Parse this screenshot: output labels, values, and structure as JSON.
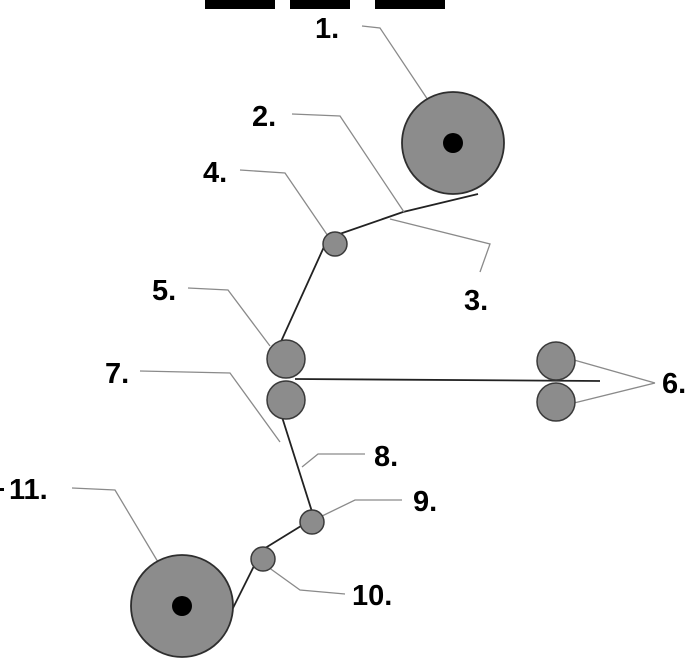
{
  "labels": {
    "l1": "1.",
    "l2": "2.",
    "l3": "3.",
    "l4": "4.",
    "l5": "5.",
    "l6": "6.",
    "l7": "7.",
    "l8": "8.",
    "l9": "9.",
    "l10": "10.",
    "l11": "11."
  },
  "colors": {
    "roller_fill": "#8c8c8c",
    "hub": "#000000",
    "tape": "#222222",
    "leader": "#8a8a8a"
  }
}
